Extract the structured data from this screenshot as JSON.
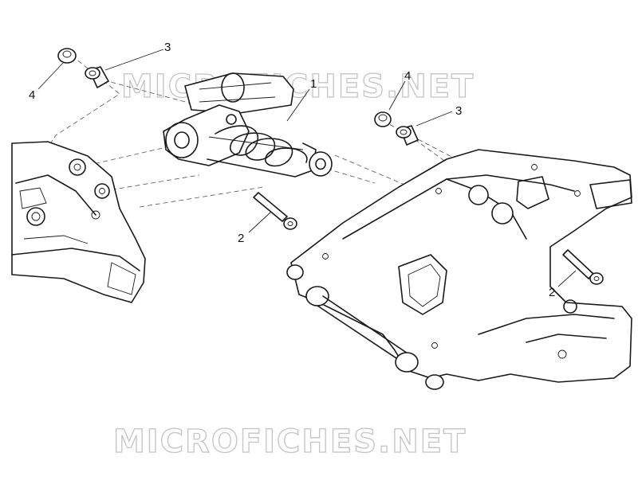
{
  "watermark": {
    "top_text": "MICROFICHES.NET",
    "bottom_text": "MICROFICHES.NET"
  },
  "callouts": {
    "c1": "1",
    "c2_left": "2",
    "c2_right": "2",
    "c3_left": "3",
    "c3_right": "3",
    "c4_left": "4",
    "c4_right": "4"
  },
  "colors": {
    "line": "#1a1a1a",
    "watermark_outline": "#c4c4c4",
    "background": "#ffffff"
  }
}
